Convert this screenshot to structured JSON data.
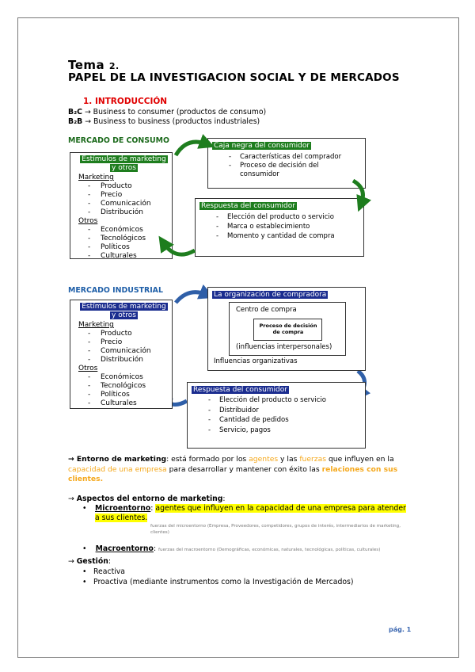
{
  "header": {
    "tema_word": "Tema",
    "tema_num": "2.",
    "title": "PAPEL DE LA INVESTIGACION SOCIAL Y DE MERCADOS"
  },
  "intro": {
    "heading": "1.  INTRODUCCIÓN",
    "b2c_code": "B₂C",
    "b2c_text": " → Business to consumer (productos de consumo)",
    "b2b_code": "B₂B",
    "b2b_text": " → Business to business (productos industriales)"
  },
  "consumo": {
    "heading": "MERCADO DE CONSUMO",
    "stim_title_1": "Estímulos de marketing",
    "stim_title_2": "y otros",
    "marketing_label": "Marketing",
    "marketing_items": [
      "Producto",
      "Precio",
      "Comunicación",
      "Distribución"
    ],
    "otros_label": "Otros",
    "otros_items": [
      "Económicos",
      "Tecnológicos",
      "Políticos",
      "Culturales"
    ],
    "caja_title": "Caja negra del consumidor",
    "caja_items": [
      "Características del comprador",
      "Proceso de decisión del consumidor"
    ],
    "resp_title": "Respuesta del consumidor",
    "resp_items": [
      "Elección del producto o servicio",
      "Marca o establecimiento",
      "Momento y cantidad de compra"
    ]
  },
  "industrial": {
    "heading": "MERCADO INDUSTRIAL",
    "stim_title_1": "Estímulos de marketing",
    "stim_title_2": "y otros",
    "marketing_label": "Marketing",
    "marketing_items": [
      "Producto",
      "Precio",
      "Comunicación",
      "Distribución"
    ],
    "otros_label": "Otros",
    "otros_items": [
      "Económicos",
      "Tecnológicos",
      "Políticos",
      "Culturales"
    ],
    "org_title": "La organización de compradora",
    "centro": "Centro de compra",
    "proceso": "Proceso de decisión de compra",
    "influencias_inter": "(influencias interpersonales)",
    "influencias_org": "Influencias organizativas",
    "resp_title": "Respuesta del consumidor",
    "resp_items": [
      "Elección del producto o servicio",
      "Distribuidor",
      "Cantidad de pedidos",
      "Servicio, pagos"
    ]
  },
  "entorno": {
    "arrow": "→ ",
    "label": "Entorno de marketing",
    "t1": ": está formado por los ",
    "agentes": "agentes",
    "t2": " y las ",
    "fuerzas": "fuerzas",
    "t3": " que influyen en la",
    "capacidad": "capacidad de una empresa",
    "t4": " para desarrollar y mantener con éxito las ",
    "relaciones": "relaciones con sus clientes."
  },
  "aspectos": {
    "heading_arrow": "→ ",
    "heading": "Aspectos del entorno de marketing",
    "heading_colon": ":",
    "micro_label": "Microentorno",
    "micro_colon": ": ",
    "micro_text": "agentes que influyen en la capacidad de una empresa para atender a sus clientes.",
    "micro_note": "fuerzas del microentorno (Empresa, Proveedores, competidores, grupos de interés, intermediarios de marketing, clientes)",
    "macro_label": "Macroentorno",
    "macro_colon": ": ",
    "macro_note": "fuerzas del macroentorno (Demográficas, económicas, naturales, tecnológicas, políticas, culturales)"
  },
  "gestion": {
    "arrow": "→ ",
    "label": "Gestión",
    "colon": ":",
    "items": [
      "Reactiva",
      "Proactiva (mediante instrumentos como la Investigación de Mercados)"
    ]
  },
  "footer": {
    "page": "pág. 1"
  },
  "colors": {
    "green": "#1e7d1e",
    "blue": "#1b2d8f",
    "arrow_blue": "#2f5fa8",
    "orange": "#f5a81c",
    "red": "#e00000"
  }
}
